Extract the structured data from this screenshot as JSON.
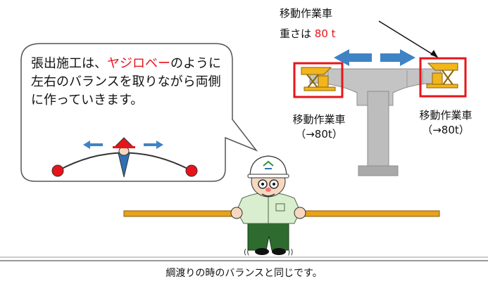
{
  "labels": {
    "car_title": "移動作業車",
    "weight_prefix": "重さは ",
    "weight_value": "80 t",
    "left_car_line1": "移動作業車",
    "left_car_line2": "（→80t）",
    "right_car_line1": "移動作業車",
    "right_car_line2": "（→80t）"
  },
  "bubble": {
    "part1": "張出施工は、",
    "highlight": "ヤジロベー",
    "part2": "のように左右のバランスを取りながら両側に作っていきます。"
  },
  "caption": "綱渡りの時のバランスと同じです。",
  "colors": {
    "highlight_red": "#e8141b",
    "box_red": "#e8141b",
    "arrow_blue": "#3f83c4",
    "bridge_gray": "#b9b9b9",
    "rope_orange": "#e8a21a",
    "shirt_green": "#d8eecf",
    "pants_green": "#2e6b2e",
    "car_yellow": "#f2b51c"
  }
}
